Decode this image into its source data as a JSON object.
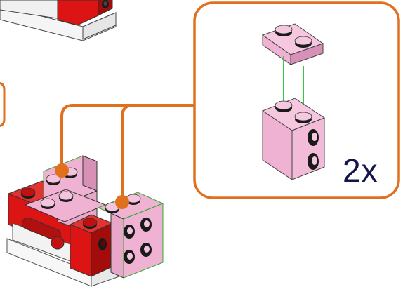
{
  "instruction": {
    "quantity_label": "2x"
  },
  "colors": {
    "callout_orange": "#e0701d",
    "pink": "#efb2d2",
    "pink_dark": "#d790b6",
    "red": "#dc1414",
    "red_dark": "#a40c0c",
    "white_base": "#f6f6f6",
    "arrow_green": "#3ec43e"
  },
  "icons": {
    "callout_box": "rounded-callout-frame",
    "arrows": "green-down-arrows"
  }
}
